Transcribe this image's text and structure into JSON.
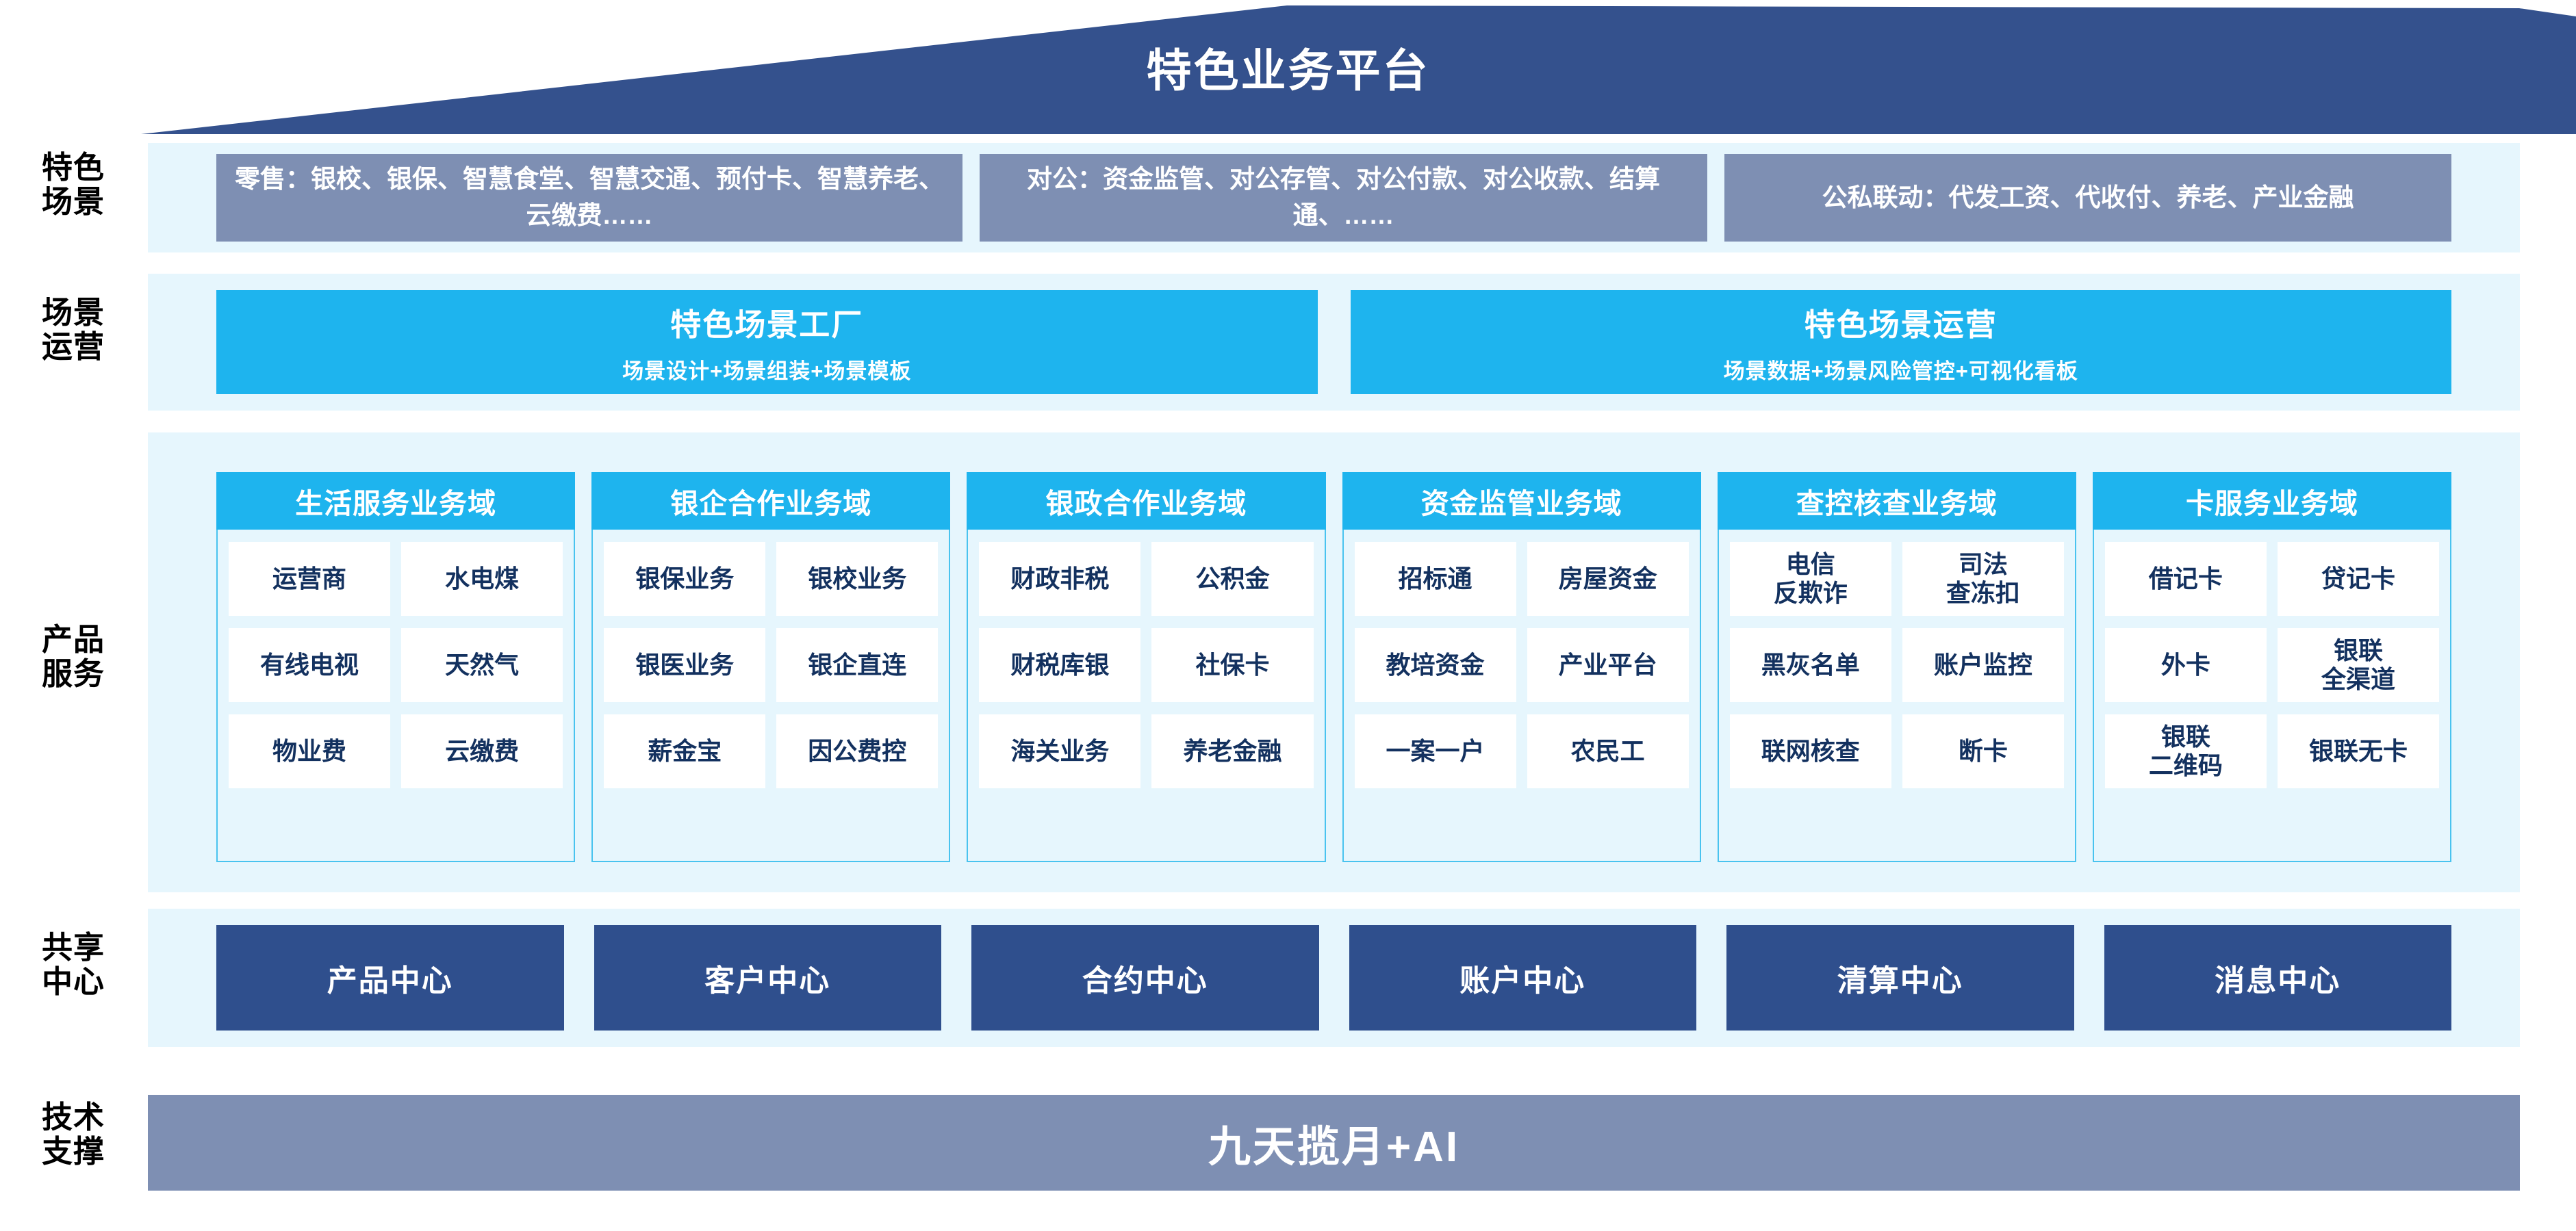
{
  "title": "特色业务平台",
  "colors": {
    "roof_navy": "#34518d",
    "band_bg": "#e6f6fd",
    "cyan": "#1eb4ee",
    "slate": "#7e8fb3",
    "navy": "#2f4f8d",
    "cell_text": "#13315f"
  },
  "rows": {
    "scenarios_label": "特色\n场景",
    "operations_label": "场景\n运营",
    "products_label": "产品\n服务",
    "shared_label": "共享\n中心",
    "tech_label": "技术\n支撑"
  },
  "scenarios": [
    {
      "name": "retail",
      "text": "零售：银校、银保、智慧食堂、智慧交通、预付卡、智慧养老、云缴费……"
    },
    {
      "name": "corporate",
      "text": "对公：资金监管、对公存管、对公付款、对公收款、结算通、……"
    },
    {
      "name": "linkage",
      "text": "公私联动：代发工资、代收付、养老、产业金融"
    }
  ],
  "operations": [
    {
      "title": "特色场景工厂",
      "subtitle": "场景设计+场景组装+场景模板"
    },
    {
      "title": "特色场景运营",
      "subtitle": "场景数据+场景风险管控+可视化看板"
    }
  ],
  "domains": [
    {
      "title": "生活服务业务域",
      "rows": [
        [
          "运营商",
          "水电煤"
        ],
        [
          "有线电视",
          "天然气"
        ],
        [
          "物业费",
          "云缴费"
        ]
      ]
    },
    {
      "title": "银企合作业务域",
      "rows": [
        [
          "银保业务",
          "银校业务"
        ],
        [
          "银医业务",
          "银企直连"
        ],
        [
          "薪金宝",
          "因公费控"
        ]
      ]
    },
    {
      "title": "银政合作业务域",
      "rows": [
        [
          "财政非税",
          "公积金"
        ],
        [
          "财税库银",
          "社保卡"
        ],
        [
          "海关业务",
          "养老金融"
        ]
      ]
    },
    {
      "title": "资金监管业务域",
      "rows": [
        [
          "招标通",
          "房屋资金"
        ],
        [
          "教培资金",
          "产业平台"
        ],
        [
          "一案一户",
          "农民工"
        ]
      ]
    },
    {
      "title": "查控核查业务域",
      "rows": [
        [
          "电信\n反欺诈",
          "司法\n查冻扣"
        ],
        [
          "黑灰名单",
          "账户监控"
        ],
        [
          "联网核查",
          "断卡"
        ]
      ]
    },
    {
      "title": "卡服务业务域",
      "rows": [
        [
          "借记卡",
          "贷记卡"
        ],
        [
          "外卡",
          "银联\n全渠道"
        ],
        [
          "银联\n二维码",
          "银联无卡"
        ]
      ]
    }
  ],
  "shared_centers": [
    "产品中心",
    "客户中心",
    "合约中心",
    "账户中心",
    "清算中心",
    "消息中心"
  ],
  "tech_support": "九天揽月+AI"
}
